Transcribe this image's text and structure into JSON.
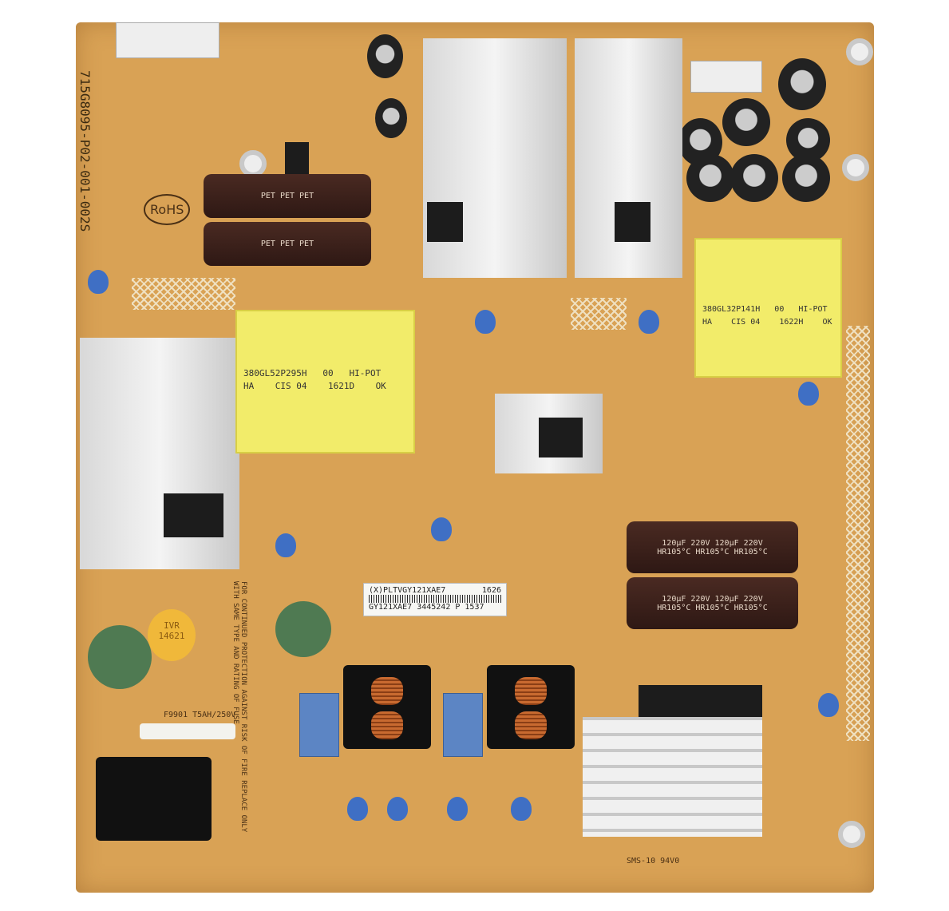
{
  "board": {
    "part_number": "715G8095-P02-001-002S",
    "rohs": "RoHS",
    "transformer_left": "380GL52P295H   00   HI-POT\nHA    CIS 04    1621D    OK",
    "transformer_right": "380GL32P141H   00   HI-POT\nHA    CIS 04    1622H    OK",
    "barcode_line1": "(X)PLTVGY121XAE7",
    "barcode_code": "1626",
    "barcode_line2": "GY121XAE7 3445242 P 1537",
    "cap_rating": "120µF 220V 120µF 220V",
    "cap_temp": "HR105°C HR105°C HR105°C",
    "varistor": "IVR\n14621",
    "fuse": "F9901  T5AH/250V",
    "warning": "FOR CONTINUED PROTECTION AGAINST RISK OF FIRE REPLACE ONLY WITH SAME TYPE AND RATING OF FUSE",
    "marking_bottom": "SMS-10 94V0",
    "colors": {
      "pcb": "#d9a255",
      "transformer": "#f2ec6a",
      "heatsink": "#e0e0e0",
      "x_cap": "#5c85c4"
    }
  }
}
